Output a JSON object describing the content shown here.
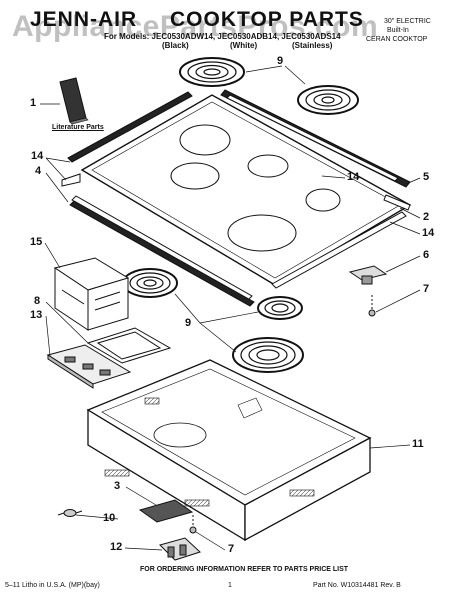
{
  "header": {
    "brand": "JENN-AIR",
    "title": "COOKTOP PARTS",
    "models_line": "For Models: JEC0530ADW14, JEC0530ADB14, JEC0530ADS14",
    "variant_1": "(Black)",
    "variant_2": "(White)",
    "variant_3": "(Stainless)",
    "right_1": "30\" ELECTRIC",
    "right_2": "Built-In",
    "right_3": "CERAN COOKTOP"
  },
  "watermark": "AppliancePartsPros.com",
  "literature_label": "Literature Parts",
  "callouts": [
    "1",
    "9",
    "14",
    "4",
    "5",
    "14",
    "2",
    "14",
    "15",
    "6",
    "8",
    "13",
    "7",
    "9",
    "11",
    "3",
    "10",
    "7",
    "12"
  ],
  "footer": {
    "order_note": "FOR ORDERING INFORMATION REFER TO PARTS PRICE LIST",
    "litho": "5–11 Litho in U.S.A. (MP)(bay)",
    "page": "1",
    "part_no": "Part No. W10314481 Rev. B"
  },
  "colors": {
    "ink": "#111111",
    "watermark": "#8c8c8c"
  }
}
